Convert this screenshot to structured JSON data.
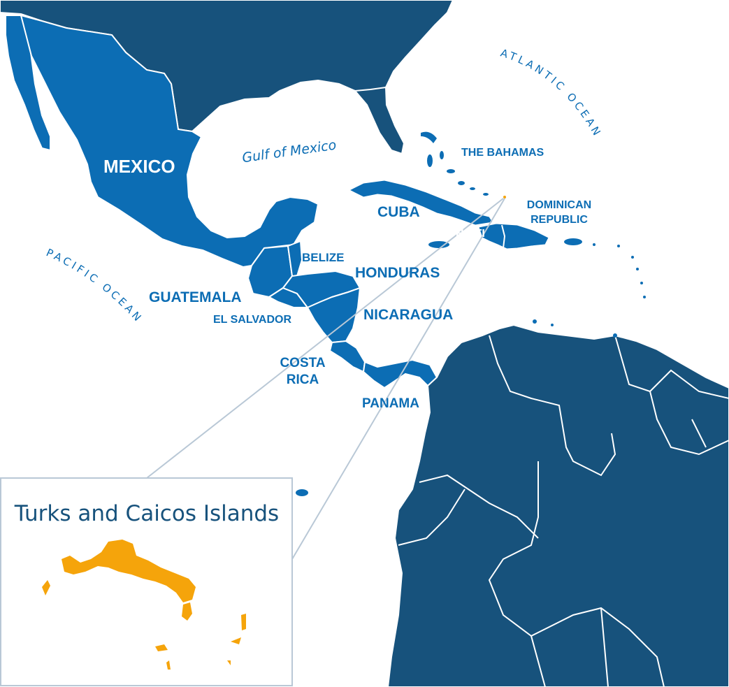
{
  "colors": {
    "background": "#ffffff",
    "land_dark": "#17527c",
    "land_highlight": "#0c6db4",
    "border": "#ffffff",
    "label": "#0c6db4",
    "label_light": "#ffffff",
    "callout_line": "#b9c8d6",
    "inset_border": "#b9c8d6",
    "inset_title": "#17527c",
    "islands": "#f5a40b"
  },
  "labels": {
    "mexico": "MEXICO",
    "gulf": "Gulf of Mexico",
    "atlantic": "ATLANTIC OCEAN",
    "pacific": "PACIFIC OCEAN",
    "bahamas": "THE BAHAMAS",
    "cuba": "CUBA",
    "dominican_line1": "DOMINICAN",
    "dominican_line2": "REPUBLIC",
    "haiti": "HAITI",
    "belize": "BELIZE",
    "honduras": "HONDURAS",
    "guatemala": "GUATEMALA",
    "el_salvador": "EL SALVADOR",
    "nicaragua": "NICARAGUA",
    "costa_rica_line1": "COSTA",
    "costa_rica_line2": "RICA",
    "panama": "PANAMA"
  },
  "inset": {
    "title": "Turks and Caicos Islands"
  }
}
